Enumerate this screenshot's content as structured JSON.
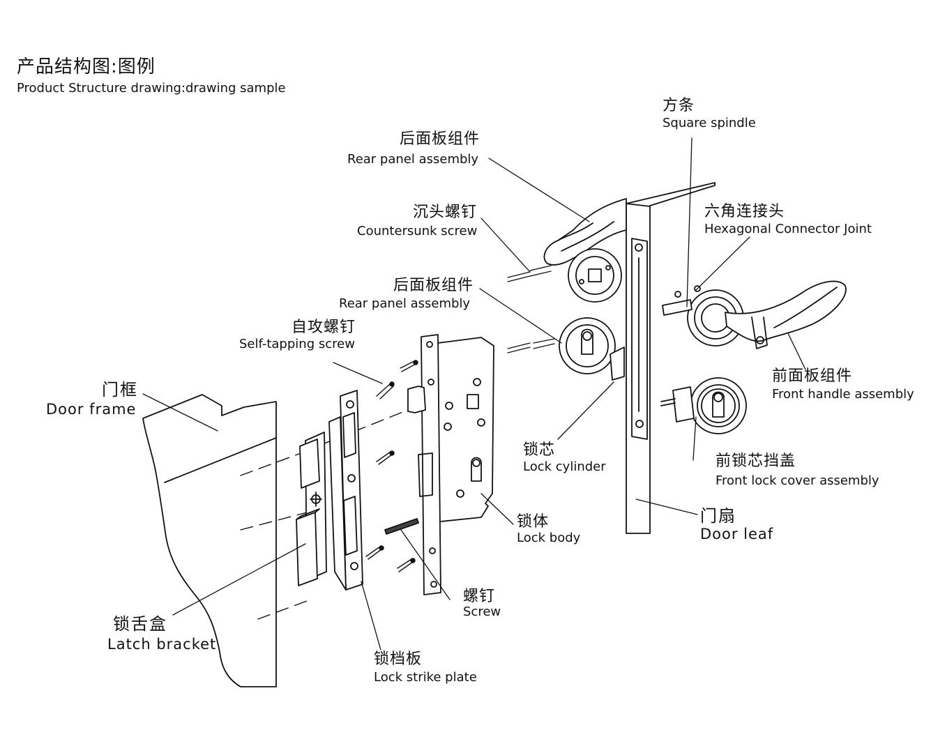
{
  "title": {
    "zh": "产品结构图:图例",
    "en": "Product Structure drawing:drawing sample"
  },
  "labels": {
    "square_spindle": {
      "zh": "方条",
      "en": "Square spindle"
    },
    "rear_panel_top": {
      "zh": "后面板组件",
      "en": "Rear panel assembly"
    },
    "hex_connector": {
      "zh": "六角连接头",
      "en": "Hexagonal Connector Joint"
    },
    "countersunk_screw": {
      "zh": "沉头螺钉",
      "en": "Countersunk screw"
    },
    "rear_panel_mid": {
      "zh": "后面板组件",
      "en": "Rear panel assembly"
    },
    "self_tapping_screw": {
      "zh": "自攻螺钉",
      "en": "Self-tapping screw"
    },
    "front_handle": {
      "zh": "前面板组件",
      "en": "Front handle assembly"
    },
    "door_frame": {
      "zh": "门框",
      "en": "Door frame"
    },
    "lock_cylinder": {
      "zh": "锁芯",
      "en": "Lock cylinder"
    },
    "front_lock_cover": {
      "zh": "前锁芯挡盖",
      "en": "Front lock cover assembly"
    },
    "lock_body": {
      "zh": "锁体",
      "en": "Lock body"
    },
    "door_leaf": {
      "zh": "门扇",
      "en": "Door leaf"
    },
    "screw": {
      "zh": "螺钉",
      "en": "Screw"
    },
    "latch_bracket": {
      "zh": "锁舌盒",
      "en": "Latch bracket"
    },
    "lock_strike_plate": {
      "zh": "锁档板",
      "en": "Lock strike plate"
    }
  }
}
